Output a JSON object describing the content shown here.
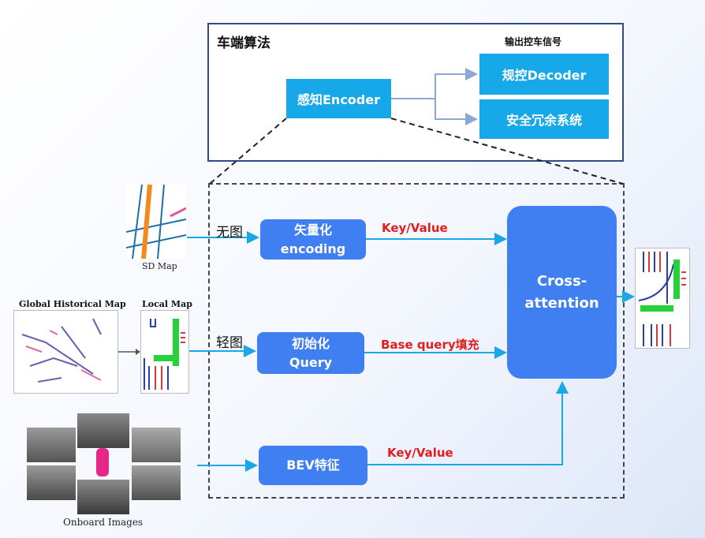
{
  "vehicle": {
    "title": "车端算法",
    "output_title": "输出控车信号",
    "encoder": "感知Encoder",
    "decoder": "规控Decoder",
    "redundancy": "安全冗余系统"
  },
  "inputs": {
    "no_map": "无图",
    "light_map": "轻图",
    "sd_map_caption": "SD Map",
    "global_map_caption": "Global Historical Map",
    "local_map_caption": "Local Map",
    "onboard_caption": "Onboard Images"
  },
  "blocks": {
    "vectorize_line1": "矢量化",
    "vectorize_line2": "encoding",
    "init_line1": "初始化",
    "init_line2": "Query",
    "bev": "BEV特征",
    "cross_line1": "Cross-",
    "cross_line2": "attention"
  },
  "edge_labels": {
    "kv_top": "Key/Value",
    "base_query": "Base query填充",
    "kv_bottom": "Key/Value"
  },
  "colors": {
    "frame": "#2e4d86",
    "cyan": "#16a8e8",
    "blue": "#3f7ff2",
    "arrow": "#1aa7e6",
    "red": "#e01e1e"
  }
}
